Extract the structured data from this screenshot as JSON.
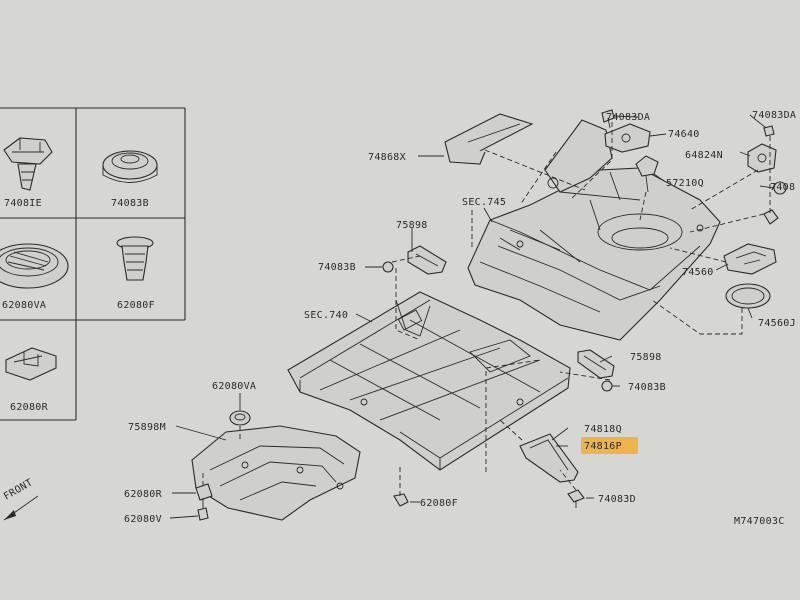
{
  "inset_labels": {
    "clip_e": "7408IE",
    "clip_b": "74083B",
    "grommet_va": "62080VA",
    "clip_f": "62080F",
    "bracket_r": "62080R"
  },
  "callouts": {
    "bolt_da_top": "74083DA",
    "bracket_74640": "74640",
    "bolt_da_right": "74083DA",
    "clip_64824n": "64824N",
    "nut_57210q": "57210Q",
    "clip_740_partial": "7408",
    "insulator_74868x": "74868X",
    "sec_745": "SEC.745",
    "bracket_75898_upper": "75898",
    "clip_74083b_left": "74083B",
    "cover_74560": "74560",
    "seal_74560j": "74560J",
    "sec_740": "SEC.740",
    "bracket_75898_right": "75898",
    "clip_74083b_right": "74083B",
    "grommet_62080va": "62080VA",
    "undercover_75898m": "75898M",
    "member_74818q": "74818Q",
    "member_74816p": "74816P",
    "bracket_62080r": "62080R",
    "bolt_62080v": "62080V",
    "clip_62080f": "62080F",
    "bolt_74083d": "74083D",
    "front_arrow": "FRONT",
    "diagram_code": "M747003C"
  },
  "colors": {
    "highlight": "#f2ab37",
    "background": "#d6d7d2",
    "ink": "#2b2b2b"
  }
}
